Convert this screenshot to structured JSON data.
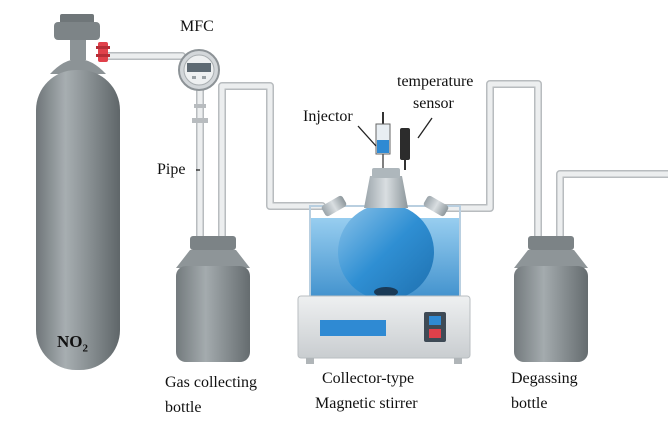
{
  "labels": {
    "mfc": "MFC",
    "injector": "Injector",
    "temp_line1": "temperature",
    "temp_line2": "sensor",
    "pipe": "Pipe",
    "gas_line1": "Gas collecting",
    "gas_line2": "bottle",
    "stirrer_line1": "Collector-type",
    "stirrer_line2": "Magnetic stirrer",
    "degas_line1": "Degassing",
    "degas_line2": "bottle",
    "no2_main": "NO",
    "no2_sub": "2"
  },
  "colors": {
    "cylinder": "#8c9396",
    "bottle": "#8e9598",
    "pipe": "#e6e8e9",
    "water": "#3d9ad6",
    "glass": "#b9cfe0",
    "stirrer": "#dde0e2",
    "display": "#2f8ad3",
    "valve": "#e0404a"
  }
}
